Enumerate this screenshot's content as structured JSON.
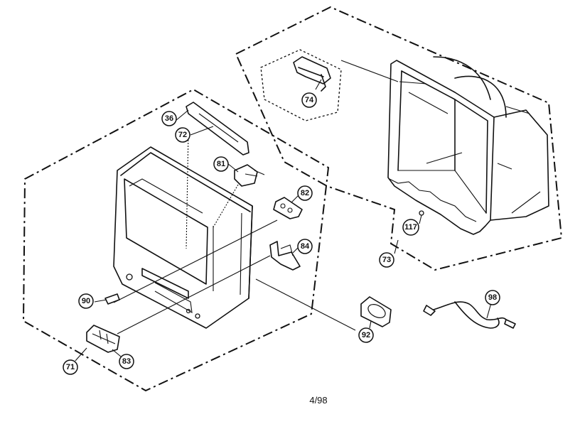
{
  "diagram": {
    "parts": [
      {
        "id": "74",
        "label": "74"
      },
      {
        "id": "36",
        "label": "36"
      },
      {
        "id": "72",
        "label": "72"
      },
      {
        "id": "81",
        "label": "81"
      },
      {
        "id": "82",
        "label": "82"
      },
      {
        "id": "84",
        "label": "84"
      },
      {
        "id": "117",
        "label": "117"
      },
      {
        "id": "73",
        "label": "73"
      },
      {
        "id": "90",
        "label": "90"
      },
      {
        "id": "92",
        "label": "92"
      },
      {
        "id": "98",
        "label": "98"
      },
      {
        "id": "71",
        "label": "71"
      },
      {
        "id": "83",
        "label": "83"
      }
    ],
    "footer": "4/98"
  }
}
